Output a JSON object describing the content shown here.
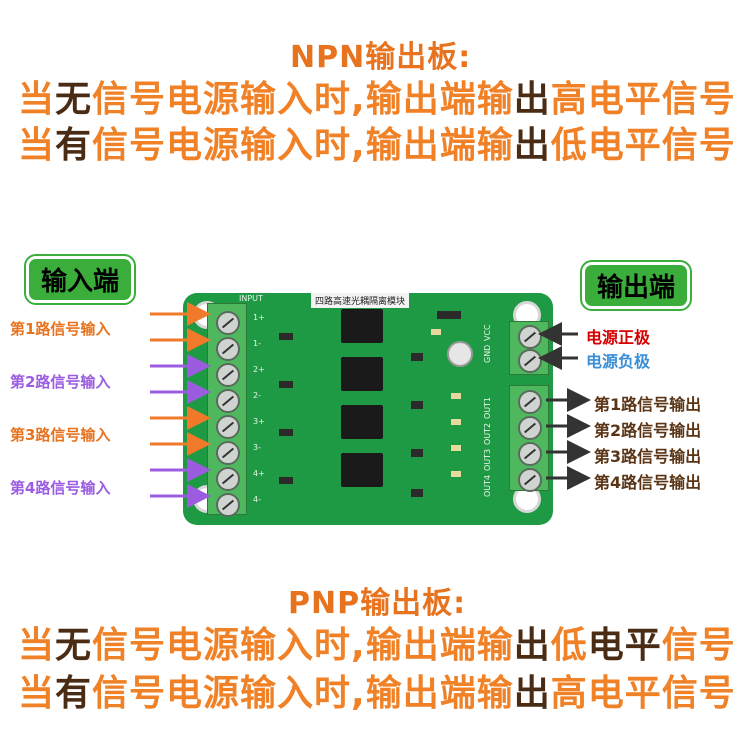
{
  "npn": {
    "title": "NPN输出板:",
    "line1": [
      "当",
      "无",
      "信号电源输入时,输出端输",
      "出",
      "高电平信号"
    ],
    "line2": [
      "当",
      "有",
      "信号电源输入时,输出端输",
      "出",
      "低电平信号"
    ]
  },
  "pnp": {
    "title": "PNP输出板:",
    "line1": [
      "当",
      "无",
      "信号电源输入时,输出端输",
      "出",
      "低",
      "电平",
      "信号"
    ],
    "line2": [
      "当",
      "有",
      "信号电源输入时,输出端输",
      "出",
      "高电平信号"
    ]
  },
  "labels": {
    "input_side": "输入端",
    "output_side": "输出端",
    "inputs": [
      "第1路信号输入",
      "第2路信号输入",
      "第3路信号输入",
      "第4路信号输入"
    ],
    "outputs": [
      "第1路信号输出",
      "第2路信号输出",
      "第3路信号输出",
      "第4路信号输出"
    ],
    "power_pos": "电源正极",
    "power_neg": "电源负极"
  },
  "board": {
    "header": "四路高速光耦隔离模块",
    "input_tag": "INPUT",
    "in_pins": [
      "1+",
      "1-",
      "2+",
      "2-",
      "3+",
      "3-",
      "4+",
      "4-"
    ],
    "gnd": "GND",
    "vcc": "VCC",
    "out_pins": [
      "OUT1",
      "OUT2",
      "OUT3",
      "OUT4"
    ]
  },
  "colors": {
    "orange": "#f08127",
    "brown": "#4a2c14",
    "purple": "#9b5ce0",
    "board_green": "#1f9a44",
    "label_green": "#3aad3a",
    "power_red": "#d60000",
    "power_blue": "#3b8fd6"
  }
}
